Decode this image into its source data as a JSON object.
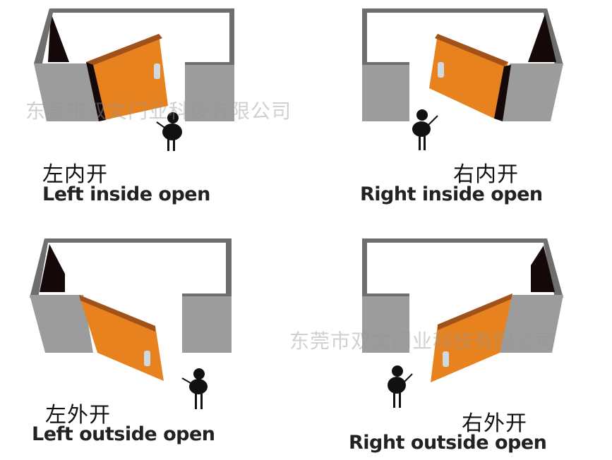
{
  "colors": {
    "door": "#E8821E",
    "door_edge": "#A0521A",
    "wall_front": "#9C9C9C",
    "wall_top": "#6E6E6E",
    "shadow": "#140808",
    "person": "#111111"
  },
  "panels": [
    {
      "id": "left-inside",
      "cn": "左内开",
      "en": "Left inside open"
    },
    {
      "id": "right-inside",
      "cn": "右内开",
      "en": "Right inside open"
    },
    {
      "id": "left-outside",
      "cn": "左外开",
      "en": "Left outside open"
    },
    {
      "id": "right-outside",
      "cn": "右外开",
      "en": "Right outside open"
    }
  ],
  "watermark": "东莞市双文门业科技有限公司"
}
